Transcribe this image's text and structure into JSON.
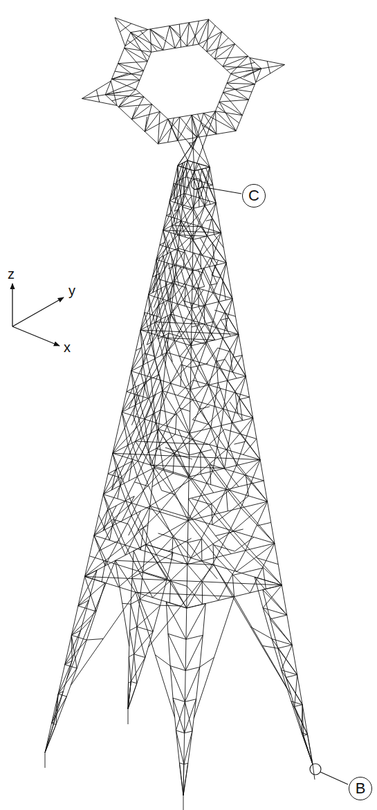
{
  "diagram": {
    "nodes": [
      {
        "text": [
          "C"
        ]
      },
      {
        "text": [
          "B"
        ]
      }
    ],
    "labels": [
      "z",
      "y",
      "x"
    ]
  }
}
